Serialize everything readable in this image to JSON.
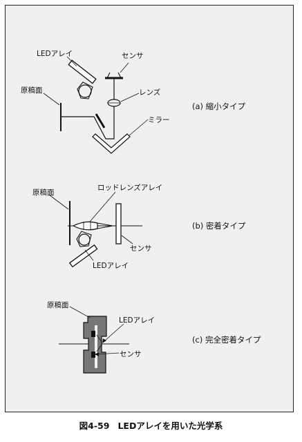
{
  "figure": {
    "number": "図4-59",
    "title": "LEDアレイを用いた光学系"
  },
  "diagram_a": {
    "caption": "(a)  縮小タイプ",
    "led_label": "LEDアレイ",
    "sensor_label": "センサ",
    "document_label": "原稿面",
    "lens_label": "レンズ",
    "mirror_label": "ミラー"
  },
  "diagram_b": {
    "caption": "(b)  密着タイプ",
    "document_label": "原稿面",
    "rod_lens_label": "ロッドレンズアレイ",
    "sensor_label": "センサ",
    "led_label": "LEDアレイ"
  },
  "diagram_c": {
    "caption": "(c)  完全密着タイプ",
    "document_label": "原稿面",
    "led_label": "LEDアレイ",
    "sensor_label": "センサ"
  },
  "colors": {
    "ink": "#111111",
    "panel_bg": "#f0f0f0",
    "block_fill": "#777777"
  }
}
